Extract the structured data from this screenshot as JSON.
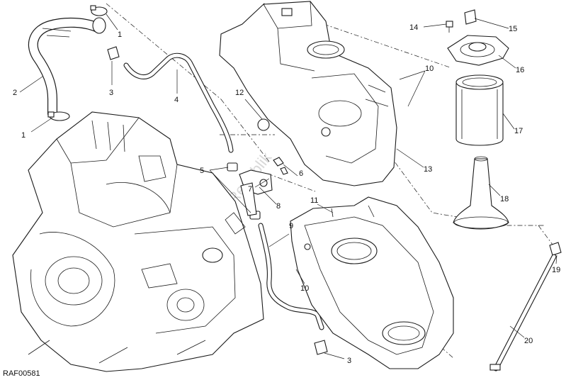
{
  "diagram": {
    "code": "RAF00581",
    "watermark": "PartsRepublik",
    "callouts": [
      {
        "id": "c1a",
        "text": "1"
      },
      {
        "id": "c1b",
        "text": "1"
      },
      {
        "id": "c2",
        "text": "2"
      },
      {
        "id": "c3a",
        "text": "3"
      },
      {
        "id": "c3b",
        "text": "3"
      },
      {
        "id": "c4",
        "text": "4"
      },
      {
        "id": "c5",
        "text": "5"
      },
      {
        "id": "c6",
        "text": "6"
      },
      {
        "id": "c7",
        "text": "7"
      },
      {
        "id": "c8",
        "text": "8"
      },
      {
        "id": "c9",
        "text": "9"
      },
      {
        "id": "c10a",
        "text": "10"
      },
      {
        "id": "c10b",
        "text": "10"
      },
      {
        "id": "c11",
        "text": "11"
      },
      {
        "id": "c12",
        "text": "12"
      },
      {
        "id": "c13",
        "text": "13"
      },
      {
        "id": "c14",
        "text": "14"
      },
      {
        "id": "c15",
        "text": "15"
      },
      {
        "id": "c16",
        "text": "16"
      },
      {
        "id": "c17",
        "text": "17"
      },
      {
        "id": "c18",
        "text": "18"
      },
      {
        "id": "c19",
        "text": "19"
      },
      {
        "id": "c20",
        "text": "20"
      }
    ]
  }
}
